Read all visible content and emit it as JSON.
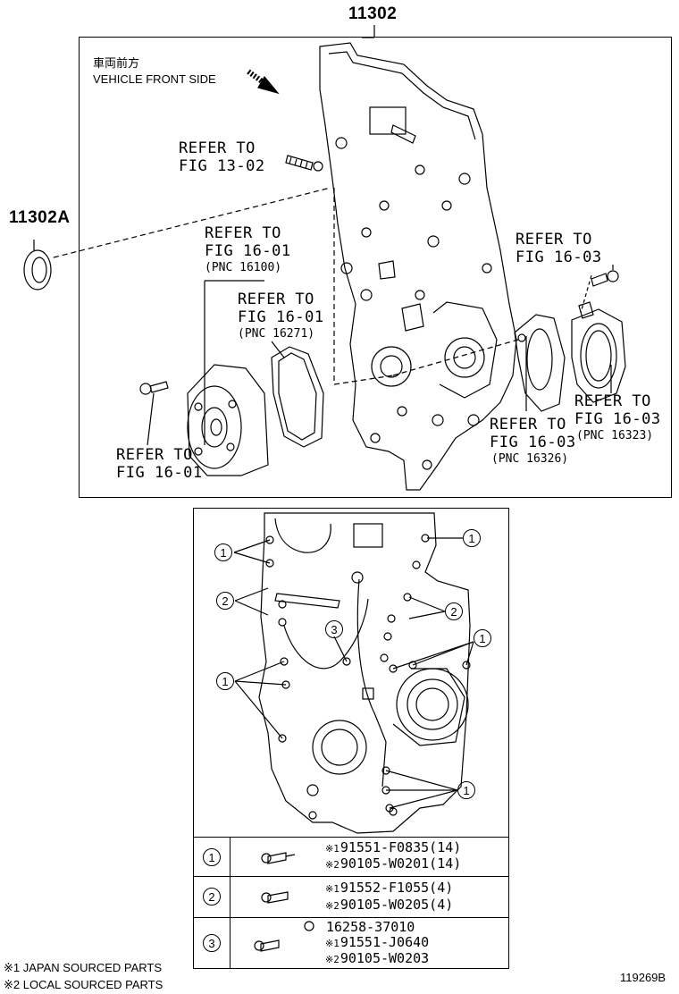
{
  "header": {
    "main_part": "11302",
    "side_part": "11302A",
    "orientation_jp": "車両前方",
    "orientation_en": "VEHICLE FRONT SIDE"
  },
  "refs": [
    {
      "line1": "REFER TO",
      "line2": "FIG 13-02",
      "pnc": ""
    },
    {
      "line1": "REFER TO",
      "line2": "FIG 16-01",
      "pnc": "(PNC 16100)"
    },
    {
      "line1": "REFER TO",
      "line2": "FIG 16-01",
      "pnc": "(PNC 16271)"
    },
    {
      "line1": "REFER TO",
      "line2": "FIG 16-01",
      "pnc": ""
    },
    {
      "line1": "REFER TO",
      "line2": "FIG 16-03",
      "pnc": ""
    },
    {
      "line1": "REFER TO",
      "line2": "FIG 16-03",
      "pnc": "(PNC 16326)"
    },
    {
      "line1": "REFER TO",
      "line2": "FIG 16-03",
      "pnc": "(PNC 16323)"
    }
  ],
  "callouts": [
    "1",
    "2",
    "3"
  ],
  "legend_rows": [
    {
      "num": "1",
      "parts": [
        {
          "mark": "※1",
          "text": "91551-F0835(14)"
        },
        {
          "mark": "※2",
          "text": "90105-W0201(14)"
        }
      ]
    },
    {
      "num": "2",
      "parts": [
        {
          "mark": "※1",
          "text": "91552-F1055(4)"
        },
        {
          "mark": "※2",
          "text": "90105-W0205(4)"
        }
      ]
    },
    {
      "num": "3",
      "parts": [
        {
          "mark": "",
          "text": "16258-37010"
        },
        {
          "mark": "※1",
          "text": "91551-J0640"
        },
        {
          "mark": "※2",
          "text": "90105-W0203"
        }
      ]
    }
  ],
  "footnotes": [
    "※1 JAPAN SOURCED PARTS",
    "※2 LOCAL SOURCED PARTS"
  ],
  "figure_id": "119269B"
}
